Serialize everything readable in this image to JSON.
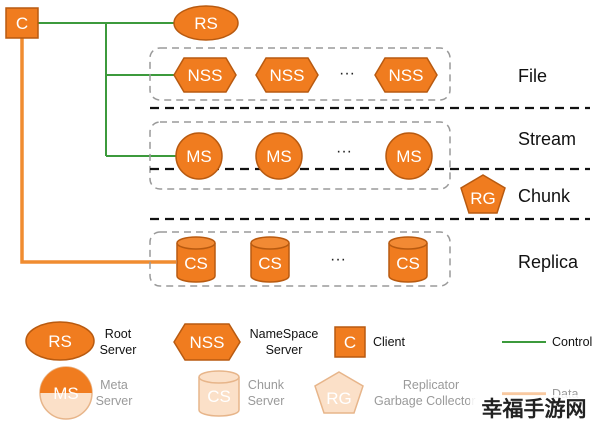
{
  "diagram": {
    "nodes": {
      "client": "C",
      "root_server": "RS",
      "nss": "NSS",
      "ms": "MS",
      "cs": "CS",
      "rg": "RG"
    },
    "ellipsis": "···",
    "layers": {
      "file": "File",
      "stream": "Stream",
      "chunk": "Chunk",
      "replica": "Replica"
    },
    "colors": {
      "node_fill": "#f07c1f",
      "node_stroke": "#b85a10",
      "control_line": "#3c9a3c",
      "data_line": "#f08c30",
      "group_border": "#9a9a9a",
      "separator": "#111111"
    }
  },
  "legend": {
    "rs": {
      "symbol": "RS",
      "line1": "Root",
      "line2": "Server"
    },
    "nss": {
      "symbol": "NSS",
      "line1": "NameSpace",
      "line2": "Server"
    },
    "client": {
      "symbol": "C",
      "label": "Client"
    },
    "control": {
      "label": "Control"
    },
    "ms": {
      "symbol": "MS",
      "line1": "Meta",
      "line2": "Server"
    },
    "cs": {
      "symbol": "CS",
      "line1": "Chunk",
      "line2": "Server"
    },
    "rg": {
      "symbol": "RG",
      "line1": "Replicator",
      "line2": "Garbage Collector"
    },
    "data": {
      "label": "Data"
    }
  },
  "watermark": "幸福手游网"
}
